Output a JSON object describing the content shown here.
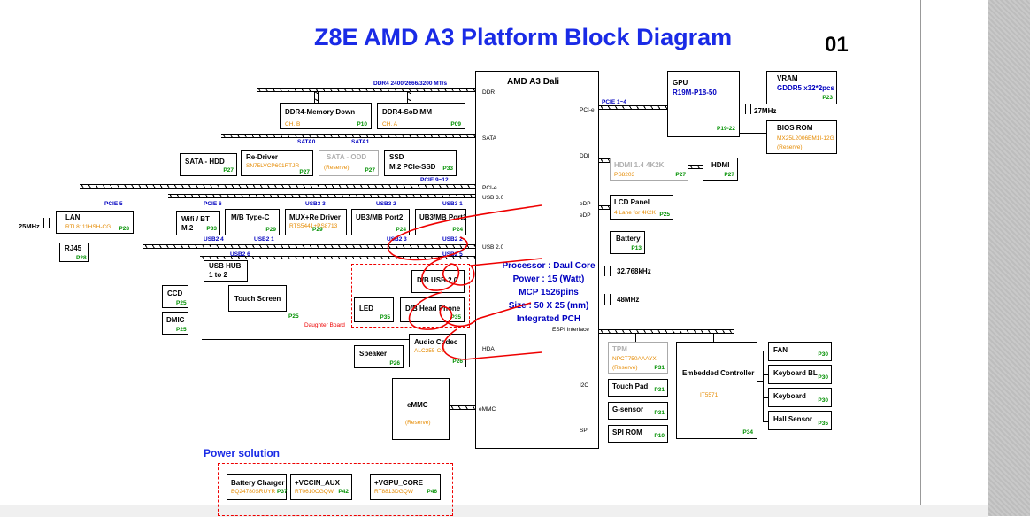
{
  "title": "Z8E AMD A3 Platform Block Diagram",
  "page_number": "01",
  "cpu": {
    "name": "AMD A3 Dali",
    "pins": {
      "ddr": "DDR",
      "pcie": "PCI-e",
      "sata": "SATA",
      "ddi": "DDI",
      "pcie2": "PCI-e",
      "usb30": "USB 3.0",
      "edp1": "eDP",
      "edp2": "eDP",
      "usb20": "USB 2.0",
      "espi": "ESPI Interface",
      "hda": "HDA",
      "i2c": "I2C",
      "emmc": "eMMC",
      "spi": "SPI"
    },
    "spec": [
      "Processor : Daul Core",
      "Power : 15 (Watt)",
      "MCP 1526pins",
      "Size : 50 X 25 (mm)",
      "Integrated PCH"
    ]
  },
  "buses": {
    "ddr4": "DDR4 2400/2666/3200 MT/s",
    "pcie14": "PCIE 1~4",
    "sata0": "SATA0",
    "sata1": "SATA1",
    "pcie912": "PCIE 9~12",
    "pcie5": "PCIE 5",
    "pcie6": "PCIE 6",
    "usb33": "USB3 3",
    "usb32": "USB3 2",
    "usb31": "USB3 1",
    "usb24": "USB2 4",
    "usb21": "USB2 1",
    "usb23": "USB2 3",
    "usb22": "USB2 2",
    "usb26": "USB2 6",
    "usb25": "USB2 5"
  },
  "blocks": {
    "ddr4_down": {
      "name": "DDR4-Memory Down",
      "sub": "CH. B",
      "page": "P10"
    },
    "ddr4_sodimm": {
      "name": "DDR4-SoDIMM",
      "sub": "CH. A",
      "page": "P09"
    },
    "sata_hdd": {
      "name": "SATA - HDD",
      "page": "P27"
    },
    "redriver": {
      "name": "Re-Driver",
      "sub": "SN75LVCP601RTJR",
      "page": "P27"
    },
    "sata_odd": {
      "name": "SATA - ODD",
      "sub": "(Reserve)",
      "page": "P27"
    },
    "ssd": {
      "name": "SSD",
      "name2": "M.2 PCIe-SSD",
      "page": "P33"
    },
    "lan": {
      "name": "LAN",
      "sub": "RTL8111HSH-CG",
      "page": "P28"
    },
    "rj45": {
      "name": "RJ45",
      "page": "P28"
    },
    "wifi": {
      "name": "Wifi / BT",
      "name2": "M.2",
      "page": "P33"
    },
    "mbtypec": {
      "name": "M/B Type-C",
      "page": "P29"
    },
    "mux": {
      "name": "MUX+Re Driver",
      "sub": "RTS5441+PS8713",
      "page": "P29"
    },
    "ub3p2": {
      "name": "UB3/MB Port2",
      "page": "P24"
    },
    "ub3p1": {
      "name": "UB3/MB Port1",
      "page": "P24"
    },
    "usbhub": {
      "name": "USB HUB",
      "name2": "1 to 2"
    },
    "ccd": {
      "name": "CCD",
      "page": "P25"
    },
    "touchscreen": {
      "name": "Touch Screen",
      "page": "P25"
    },
    "dmic": {
      "name": "DMIC",
      "page": "P25"
    },
    "db_usb": {
      "name": "D/B USB 2.0"
    },
    "led": {
      "name": "LED",
      "page": "P35"
    },
    "db_headphone": {
      "name": "D/B Head Phone",
      "page": "P35"
    },
    "daughter": {
      "name": "Daughter Board"
    },
    "audio": {
      "name": "Audio Codec",
      "sub": "ALC255-CG",
      "page": "P26"
    },
    "speaker": {
      "name": "Speaker",
      "page": "P26"
    },
    "emmc": {
      "name": "eMMC",
      "sub": "(Reserve)"
    },
    "gpu": {
      "name": "GPU",
      "sub": "R19M-P18-50",
      "page": "P19-22"
    },
    "vram": {
      "name": "VRAM",
      "sub": "GDDR5 x32*2pcs",
      "page": "P23"
    },
    "bios": {
      "name": "BIOS ROM",
      "sub": "MX25L2006EM1I-12G",
      "sub2": "(Reserve)"
    },
    "hdmi_bridge": {
      "name": "HDMI 1.4 4K2K",
      "sub": "PS8203",
      "page": "P27"
    },
    "hdmi": {
      "name": "HDMI",
      "page": "P27"
    },
    "lcd": {
      "name": "LCD Panel",
      "sub": "4 Lane for 4K2K",
      "page": "P25"
    },
    "battery": {
      "name": "Battery",
      "page": "P13"
    },
    "tpm": {
      "name": "TPM",
      "sub": "NPCT750AAAYX",
      "sub2": "(Reserve)",
      "page": "P31"
    },
    "ec": {
      "name": "Embedded Controller",
      "sub": "IT5571",
      "page": "P34"
    },
    "touchpad": {
      "name": "Touch Pad",
      "page": "P31"
    },
    "gsensor": {
      "name": "G-sensor",
      "page": "P31"
    },
    "spirom": {
      "name": "SPI ROM",
      "page": "P10"
    },
    "fan": {
      "name": "FAN",
      "page": "P30"
    },
    "kbbl": {
      "name": "Keyboard BL",
      "page": "P30"
    },
    "kb": {
      "name": "Keyboard",
      "page": "P30"
    },
    "hall": {
      "name": "Hall Sensor",
      "page": "P35"
    }
  },
  "clocks": {
    "c25": "25MHz",
    "c27": "27MHz",
    "c32": "32.768kHz",
    "c48": "48MHz"
  },
  "power": {
    "title": "Power solution",
    "items": [
      {
        "name": "Battery Charger",
        "sub": "BQ24780SRUYR",
        "page": "P37"
      },
      {
        "name": "+VCCIN_AUX",
        "sub": "RT0610CGQW",
        "page": "P42"
      },
      {
        "name": "+VGPU_CORE",
        "sub": "RT8813DGQW",
        "page": "P46"
      }
    ]
  },
  "colors": {
    "title": "#1a2be6",
    "part": "#e58a00",
    "page": "#009000",
    "bus": "#0000c0",
    "annotation": "#e00000"
  }
}
